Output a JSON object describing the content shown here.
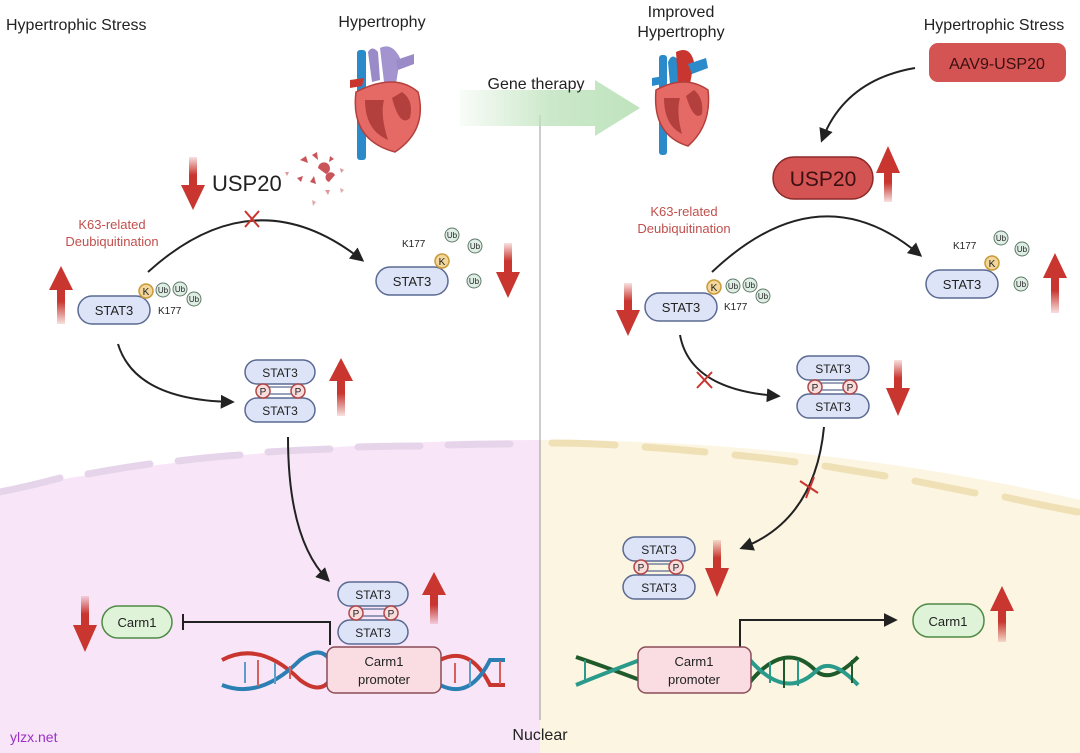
{
  "colors": {
    "red_arrow": "#c8362f",
    "stat3_fill": "#dde4f7",
    "stat3_stroke": "#5a6a92",
    "k_fill": "#f2d69a",
    "k_stroke": "#c99a3a",
    "ub_fill": "#dfeee5",
    "ub_stroke": "#5f7a68",
    "p_fill": "#f9dcdc",
    "p_stroke": "#b04848",
    "usp20_fill": "#d45353",
    "usp20_stroke": "#8c2a2a",
    "carm1_fill": "#dff3d8",
    "carm1_stroke": "#4f8a45",
    "promoter_fill": "#f9dde3",
    "promoter_stroke": "#8a4c58",
    "left_nucleus_bg": "#f8e6f8",
    "right_nucleus_bg": "#fcf5e2",
    "gene_therapy_arrow": "#bfe3bd",
    "label_red": "#c0504d",
    "watermark": "#9b2fc8"
  },
  "left": {
    "title_stress": "Hypertrophic Stress",
    "title_outcome": "Hypertrophy",
    "usp20_label": "USP20",
    "k63_line1": "K63-related",
    "k63_line2": "Deubiquitination",
    "stat3": "STAT3",
    "k": "K",
    "ub": "Ub",
    "k177": "K177",
    "p": "P",
    "carm1": "Carm1",
    "promoter_line1": "Carm1",
    "promoter_line2": "promoter"
  },
  "center": {
    "gene_therapy": "Gene therapy",
    "nuclear": "Nuclear",
    "watermark": "ylzx.net"
  },
  "right": {
    "title_outcome_line1": "Improved",
    "title_outcome_line2": "Hypertrophy",
    "title_stress": "Hypertrophic Stress",
    "aav9": "AAV9-USP20",
    "usp20": "USP20",
    "k63_line1": "K63-related",
    "k63_line2": "Deubiquitination",
    "stat3": "STAT3",
    "k": "K",
    "ub": "Ub",
    "k177": "K177",
    "p": "P",
    "carm1": "Carm1",
    "promoter_line1": "Carm1",
    "promoter_line2": "promoter"
  },
  "regulation": {
    "left_usp20": "down",
    "left_stat3_ub": "up",
    "left_stat3_free": "down",
    "left_dimer_cyto": "up",
    "left_dimer_nuc": "up",
    "left_carm1": "down",
    "right_usp20": "up",
    "right_stat3_ub": "down",
    "right_stat3_free": "up",
    "right_dimer_cyto": "down",
    "right_dimer_nuc": "down",
    "right_carm1": "up"
  }
}
